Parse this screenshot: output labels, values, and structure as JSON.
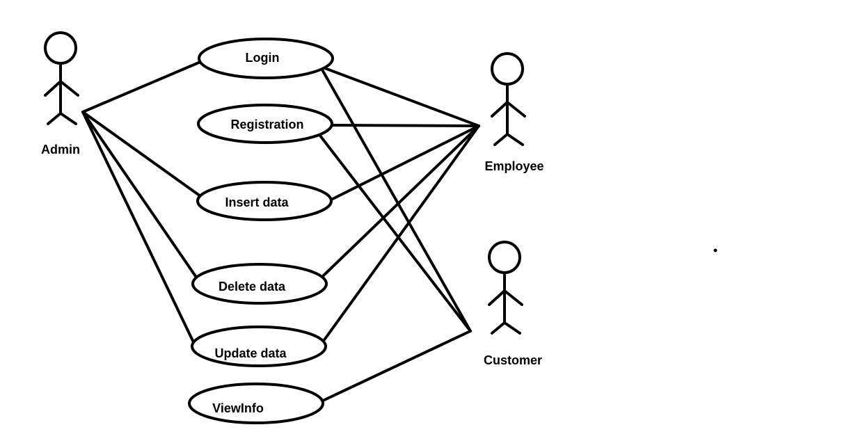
{
  "diagram": {
    "actors": [
      {
        "id": "admin",
        "label": "Admin"
      },
      {
        "id": "employee",
        "label": "Employee"
      },
      {
        "id": "customer",
        "label": "Customer"
      }
    ],
    "use_cases": [
      {
        "id": "login",
        "label": "Login"
      },
      {
        "id": "registration",
        "label": "Registration"
      },
      {
        "id": "insert",
        "label": "Insert data"
      },
      {
        "id": "delete",
        "label": "Delete data"
      },
      {
        "id": "update",
        "label": "Update data"
      },
      {
        "id": "viewinfo",
        "label": "ViewInfo"
      }
    ],
    "associations": [
      {
        "actor": "admin",
        "use_case": "login"
      },
      {
        "actor": "admin",
        "use_case": "insert"
      },
      {
        "actor": "admin",
        "use_case": "delete"
      },
      {
        "actor": "admin",
        "use_case": "update"
      },
      {
        "actor": "employee",
        "use_case": "login"
      },
      {
        "actor": "employee",
        "use_case": "registration"
      },
      {
        "actor": "employee",
        "use_case": "insert"
      },
      {
        "actor": "employee",
        "use_case": "delete"
      },
      {
        "actor": "employee",
        "use_case": "update"
      },
      {
        "actor": "customer",
        "use_case": "login"
      },
      {
        "actor": "customer",
        "use_case": "registration"
      },
      {
        "actor": "customer",
        "use_case": "viewinfo"
      }
    ]
  }
}
